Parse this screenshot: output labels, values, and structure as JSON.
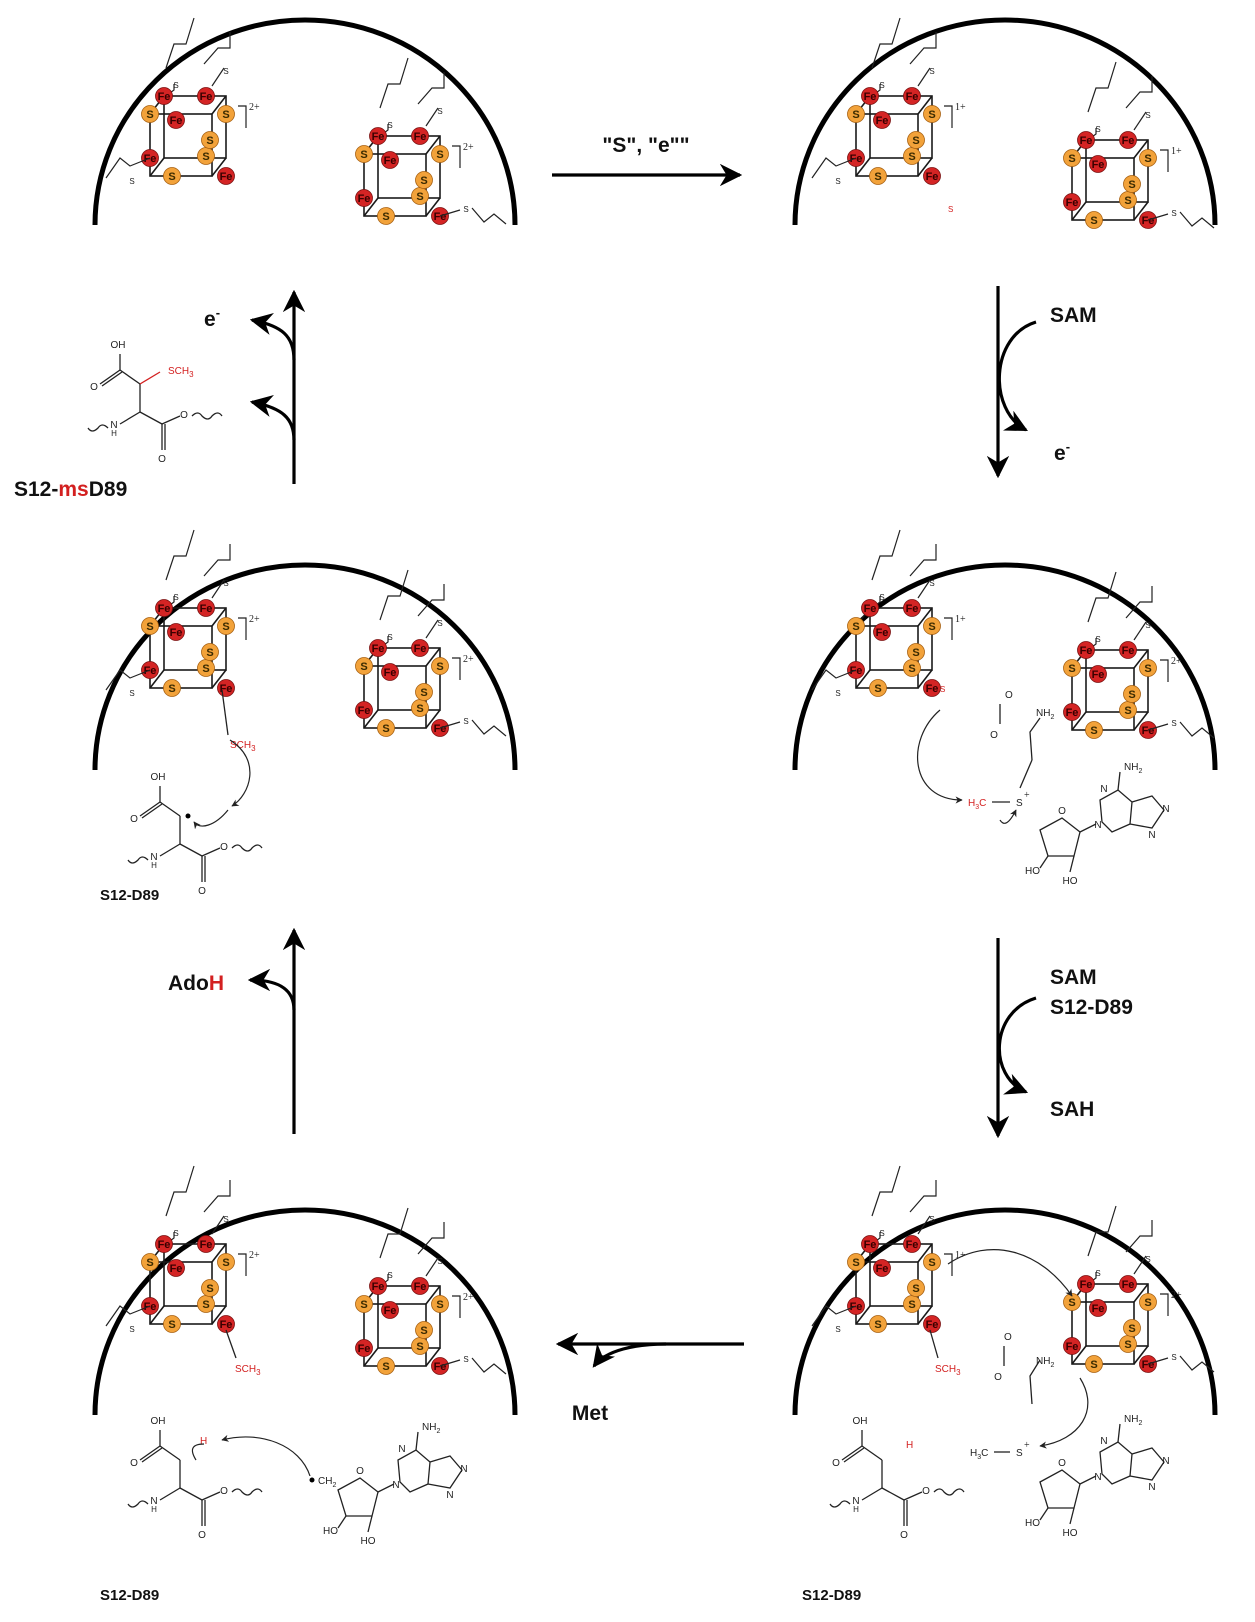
{
  "labels": {
    "step1": "\"S\", \"e\"\"",
    "sam1": "SAM",
    "e_minus_right": "e",
    "sam2": "SAM",
    "s12d89_right": "S12-D89",
    "sah": "SAH",
    "met": "Met",
    "adoh_prefix": "Ado",
    "adoh_h": "H",
    "e_minus_left": "e",
    "product_prefix": "S12-",
    "product_ms": "ms",
    "product_suffix": "D89",
    "s12d89_mid": "S12-D89",
    "s12d89_bl": "S12-D89",
    "s12d89_br": "S12-D89"
  },
  "atoms": {
    "fe": "Fe",
    "s": "S",
    "sch3": "SCH",
    "three": "3",
    "sminus": "S",
    "h3c": "H",
    "h3c2": "C"
  },
  "charges": {
    "c1": "1+",
    "c2": "2+",
    "minus": "-",
    "plus": "+"
  },
  "groups": {
    "oh": "OH",
    "nh2": "NH",
    "two": "2",
    "ho": "HO",
    "h": "H",
    "n": "N",
    "o": "O",
    "ominus": "O",
    "ch2": "CH",
    "h3c_plain": "H"
  },
  "colors": {
    "fe_fill": "#d42424",
    "s_fill": "#f2a23a",
    "highlight": "#d32020"
  }
}
